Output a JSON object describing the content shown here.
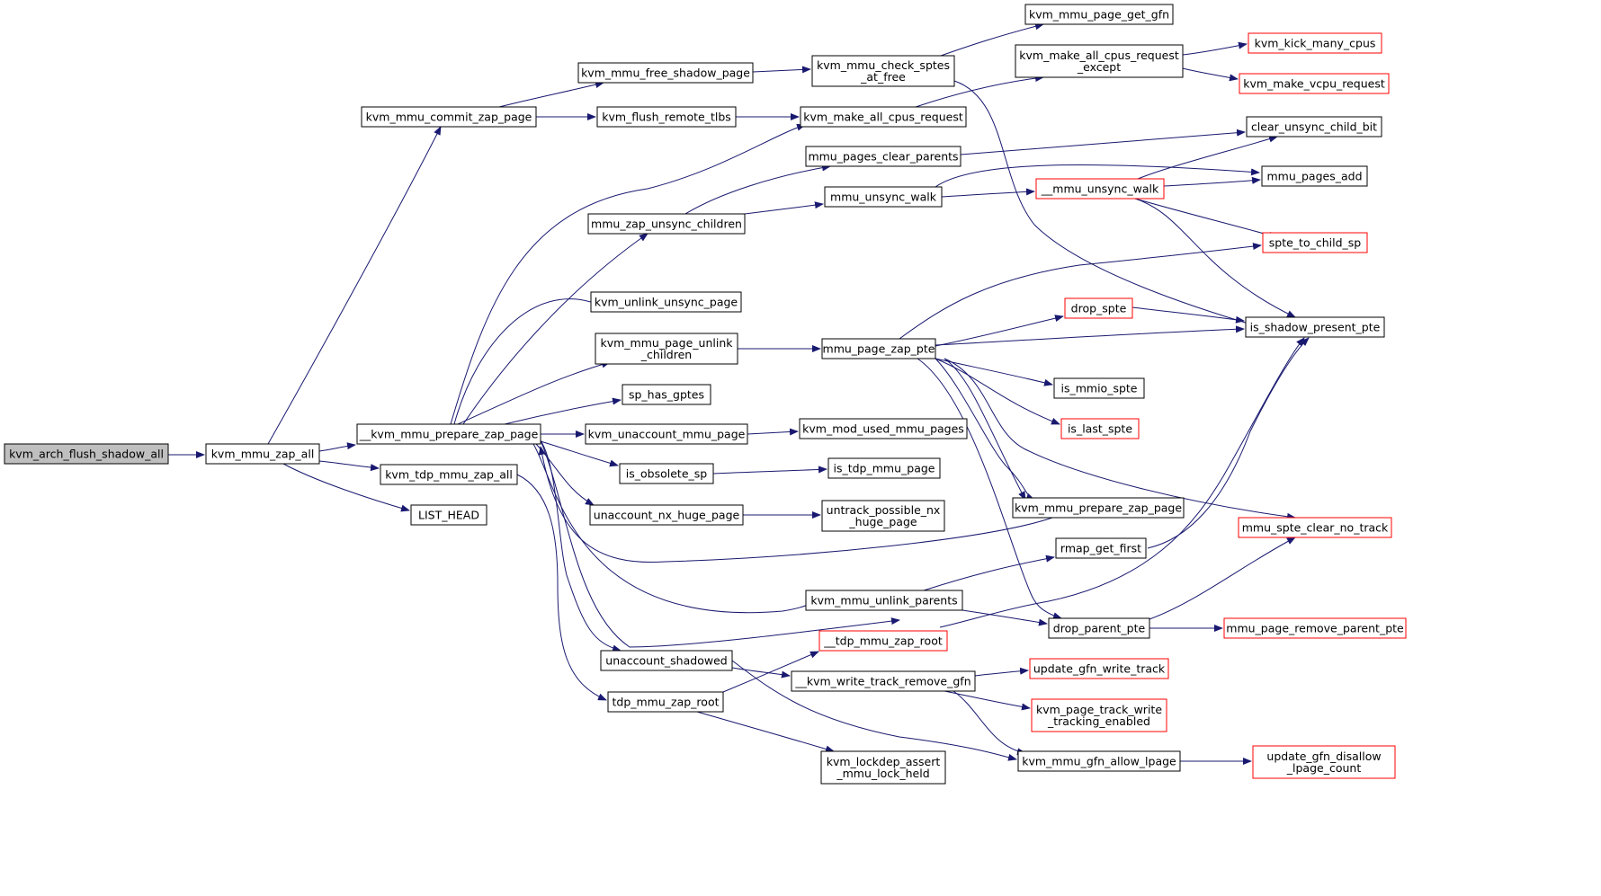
{
  "colors": {
    "edge": "#191970",
    "root_fill": "#bfbfbf",
    "normal_border": "#000000",
    "truncated_border": "#ff0000",
    "node_fill": "#ffffff"
  },
  "nodes": [
    {
      "id": "n_root",
      "lines": [
        "kvm_arch_flush_shadow_all"
      ],
      "kind": "root"
    },
    {
      "id": "n_zap_all",
      "lines": [
        "kvm_mmu_zap_all"
      ],
      "kind": "normal"
    },
    {
      "id": "n_commit_zap",
      "lines": [
        "kvm_mmu_commit_zap_page"
      ],
      "kind": "normal"
    },
    {
      "id": "n_prepare_zap",
      "lines": [
        "__kvm_mmu_prepare_zap_page"
      ],
      "kind": "normal"
    },
    {
      "id": "n_tdp_zap_all",
      "lines": [
        "kvm_tdp_mmu_zap_all"
      ],
      "kind": "normal"
    },
    {
      "id": "n_list_head",
      "lines": [
        "LIST_HEAD"
      ],
      "kind": "normal"
    },
    {
      "id": "n_free_shadow",
      "lines": [
        "kvm_mmu_free_shadow_page"
      ],
      "kind": "normal"
    },
    {
      "id": "n_flush_tlbs",
      "lines": [
        "kvm_flush_remote_tlbs"
      ],
      "kind": "normal"
    },
    {
      "id": "n_check_sptes",
      "lines": [
        "kvm_mmu_check_sptes",
        "_at_free"
      ],
      "kind": "normal"
    },
    {
      "id": "n_page_get_gfn",
      "lines": [
        "kvm_mmu_page_get_gfn"
      ],
      "kind": "normal"
    },
    {
      "id": "n_all_cpus_req",
      "lines": [
        "kvm_make_all_cpus_request"
      ],
      "kind": "normal"
    },
    {
      "id": "n_all_cpus_except",
      "lines": [
        "kvm_make_all_cpus_request",
        "_except"
      ],
      "kind": "normal"
    },
    {
      "id": "n_kick_cpus",
      "lines": [
        "kvm_kick_many_cpus"
      ],
      "kind": "truncated"
    },
    {
      "id": "n_make_vcpu",
      "lines": [
        "kvm_make_vcpu_request"
      ],
      "kind": "truncated"
    },
    {
      "id": "n_pages_clear_parents",
      "lines": [
        "mmu_pages_clear_parents"
      ],
      "kind": "normal"
    },
    {
      "id": "n_clear_unsync_bit",
      "lines": [
        "clear_unsync_child_bit"
      ],
      "kind": "normal"
    },
    {
      "id": "n_zap_unsync_children",
      "lines": [
        "mmu_zap_unsync_children"
      ],
      "kind": "normal"
    },
    {
      "id": "n_unsync_walk",
      "lines": [
        "mmu_unsync_walk"
      ],
      "kind": "normal"
    },
    {
      "id": "n_mmu_unsync_walk",
      "lines": [
        "__mmu_unsync_walk"
      ],
      "kind": "truncated"
    },
    {
      "id": "n_pages_add",
      "lines": [
        "mmu_pages_add"
      ],
      "kind": "normal"
    },
    {
      "id": "n_spte_to_child",
      "lines": [
        "spte_to_child_sp"
      ],
      "kind": "truncated"
    },
    {
      "id": "n_unlink_unsync",
      "lines": [
        "kvm_unlink_unsync_page"
      ],
      "kind": "normal"
    },
    {
      "id": "n_unlink_children",
      "lines": [
        "kvm_mmu_page_unlink",
        "_children"
      ],
      "kind": "normal"
    },
    {
      "id": "n_page_zap_pte",
      "lines": [
        "mmu_page_zap_pte"
      ],
      "kind": "normal"
    },
    {
      "id": "n_drop_spte",
      "lines": [
        "drop_spte"
      ],
      "kind": "truncated"
    },
    {
      "id": "n_shadow_present",
      "lines": [
        "is_shadow_present_pte"
      ],
      "kind": "normal"
    },
    {
      "id": "n_is_mmio",
      "lines": [
        "is_mmio_spte"
      ],
      "kind": "normal"
    },
    {
      "id": "n_is_last",
      "lines": [
        "is_last_spte"
      ],
      "kind": "truncated"
    },
    {
      "id": "n_sp_has_gptes",
      "lines": [
        "sp_has_gptes"
      ],
      "kind": "normal"
    },
    {
      "id": "n_unaccount_mmu",
      "lines": [
        "kvm_unaccount_mmu_page"
      ],
      "kind": "normal"
    },
    {
      "id": "n_mod_used",
      "lines": [
        "kvm_mod_used_mmu_pages"
      ],
      "kind": "normal"
    },
    {
      "id": "n_is_obsolete",
      "lines": [
        "is_obsolete_sp"
      ],
      "kind": "normal"
    },
    {
      "id": "n_is_tdp_page",
      "lines": [
        "is_tdp_mmu_page"
      ],
      "kind": "normal"
    },
    {
      "id": "n_unaccount_nx",
      "lines": [
        "unaccount_nx_huge_page"
      ],
      "kind": "normal"
    },
    {
      "id": "n_untrack_nx",
      "lines": [
        "untrack_possible_nx",
        "_huge_page"
      ],
      "kind": "normal"
    },
    {
      "id": "n_prepare_zap2",
      "lines": [
        "kvm_mmu_prepare_zap_page"
      ],
      "kind": "normal"
    },
    {
      "id": "n_spte_clear",
      "lines": [
        "mmu_spte_clear_no_track"
      ],
      "kind": "truncated"
    },
    {
      "id": "n_rmap_first",
      "lines": [
        "rmap_get_first"
      ],
      "kind": "normal"
    },
    {
      "id": "n_unlink_parents",
      "lines": [
        "kvm_mmu_unlink_parents"
      ],
      "kind": "normal"
    },
    {
      "id": "n_drop_parent",
      "lines": [
        "drop_parent_pte"
      ],
      "kind": "normal"
    },
    {
      "id": "n_remove_parent",
      "lines": [
        "mmu_page_remove_parent_pte"
      ],
      "kind": "truncated"
    },
    {
      "id": "n_tdp_zap_root_inner",
      "lines": [
        "__tdp_mmu_zap_root"
      ],
      "kind": "truncated"
    },
    {
      "id": "n_unaccount_shadowed",
      "lines": [
        "unaccount_shadowed"
      ],
      "kind": "normal"
    },
    {
      "id": "n_write_track_remove",
      "lines": [
        "__kvm_write_track_remove_gfn"
      ],
      "kind": "normal"
    },
    {
      "id": "n_update_write_track",
      "lines": [
        "update_gfn_write_track"
      ],
      "kind": "truncated"
    },
    {
      "id": "n_tdp_zap_root",
      "lines": [
        "tdp_mmu_zap_root"
      ],
      "kind": "normal"
    },
    {
      "id": "n_track_enabled",
      "lines": [
        "kvm_page_track_write",
        "_tracking_enabled"
      ],
      "kind": "truncated"
    },
    {
      "id": "n_lockdep",
      "lines": [
        "kvm_lockdep_assert",
        "_mmu_lock_held"
      ],
      "kind": "normal"
    },
    {
      "id": "n_allow_lpage",
      "lines": [
        "kvm_mmu_gfn_allow_lpage"
      ],
      "kind": "normal"
    },
    {
      "id": "n_disallow_count",
      "lines": [
        "update_gfn_disallow",
        "_lpage_count"
      ],
      "kind": "truncated"
    }
  ]
}
